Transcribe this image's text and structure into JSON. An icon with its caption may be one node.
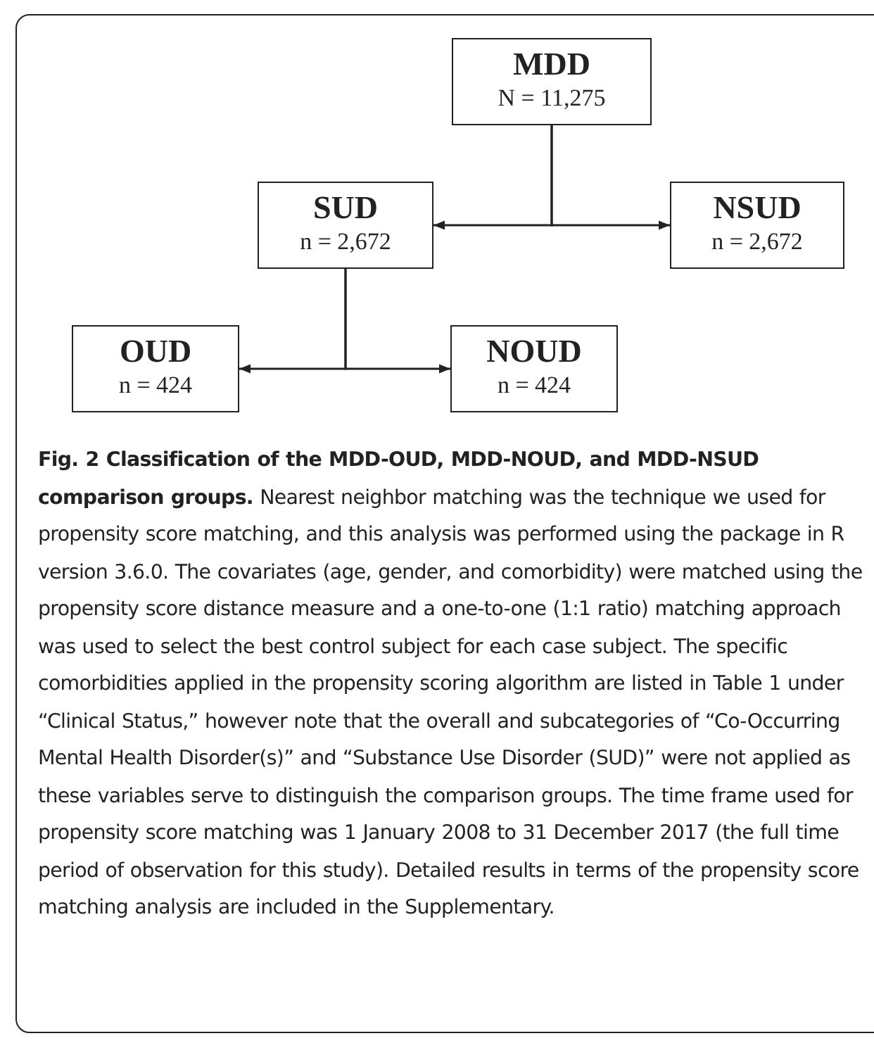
{
  "diagram": {
    "caption": "**Fig. 2 Classification of the MDD-OUD, MDD-NOUD, and MDD-NSUD comparison groups.** Nearest neighbor matching was the technique we used for propensity score matching, and this analysis was performed using the package in R version 3.6.0. The covariates (age, gender, and comorbidity) were matched using the propensity score distance measure and a one-to-one (1:1 ratio) matching approach was used to select the best control subject for each case subject. The specific comorbidities applied in the propensity scoring algorithm are listed in Table 1 under “Clinical Status,” however note that the overall and subcategories of “Co-Occurring Mental Health Disorder(s)” and “Substance Use Disorder (SUD)” were not applied as these variables serve to distinguish the comparison groups. The time frame used for propensity score matching was 1 January 2008 to 31 December 2017 (the full time period of observation for this study). Detailed results in terms of the propensity score matching analysis are included in the Supplementary.",
    "nodes": [
      {
        "text": [
          "MDD",
          "N = 11,275"
        ]
      },
      {
        "text": [
          "SUD",
          "n = 2,672"
        ]
      },
      {
        "text": [
          "NSUD",
          "n = 2,672"
        ]
      },
      {
        "text": [
          "OUD",
          "n = 424"
        ]
      },
      {
        "text": [
          "NOUD",
          "n = 424"
        ]
      }
    ],
    "edges": [
      {
        "from": 0,
        "to": 1,
        "arrow": "to"
      },
      {
        "from": 0,
        "to": 2,
        "arrow": "to"
      },
      {
        "from": 1,
        "to": 3,
        "arrow": "to"
      },
      {
        "from": 1,
        "to": 4,
        "arrow": "to"
      }
    ]
  }
}
